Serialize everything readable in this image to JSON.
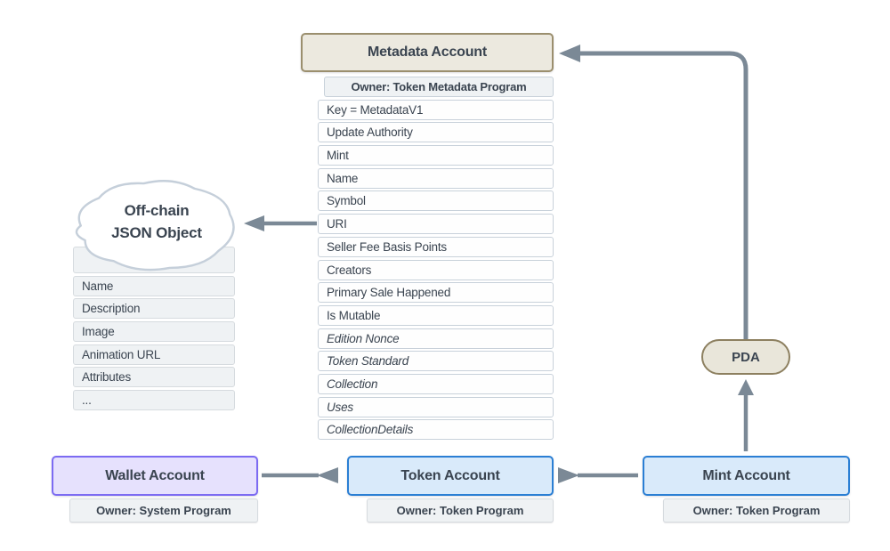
{
  "metadata_account": {
    "title": "Metadata Account",
    "owner": "Owner: Token Metadata Program",
    "fields": [
      {
        "text": "Key = MetadataV1",
        "italic": false
      },
      {
        "text": "Update Authority",
        "italic": false
      },
      {
        "text": "Mint",
        "italic": false
      },
      {
        "text": "Name",
        "italic": false
      },
      {
        "text": "Symbol",
        "italic": false
      },
      {
        "text": "URI",
        "italic": false
      },
      {
        "text": "Seller Fee Basis Points",
        "italic": false
      },
      {
        "text": "Creators",
        "italic": false
      },
      {
        "text": "Primary Sale Happened",
        "italic": false
      },
      {
        "text": "Is Mutable",
        "italic": false
      },
      {
        "text": "Edition Nonce",
        "italic": true
      },
      {
        "text": "Token Standard",
        "italic": true
      },
      {
        "text": "Collection",
        "italic": true
      },
      {
        "text": "Uses",
        "italic": true
      },
      {
        "text": "CollectionDetails",
        "italic": true
      }
    ]
  },
  "offchain_json": {
    "title_line1": "Off-chain",
    "title_line2": "JSON Object",
    "fields": [
      "Name",
      "Description",
      "Image",
      "Animation URL",
      "Attributes",
      "..."
    ]
  },
  "wallet_account": {
    "title": "Wallet Account",
    "owner": "Owner: System Program"
  },
  "token_account": {
    "title": "Token Account",
    "owner": "Owner: Token Program"
  },
  "mint_account": {
    "title": "Mint Account",
    "owner": "Owner: Token Program"
  },
  "pda": {
    "label": "PDA"
  },
  "colors": {
    "arrow": "#7b8996",
    "metadata_fill": "#ece9df",
    "metadata_border": "#9b8f6e",
    "wallet_fill": "#e6e1fd",
    "wallet_border": "#7c6bf2",
    "token_fill": "#d9eafa",
    "token_border": "#2b7fd4",
    "row_white": "#fefefe",
    "row_gray": "#eff2f4",
    "text": "#3a4450"
  }
}
